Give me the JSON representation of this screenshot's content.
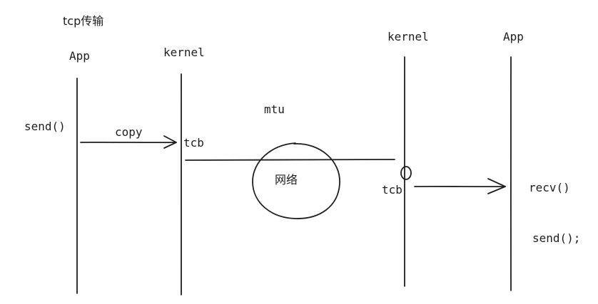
{
  "title": "tcp传输",
  "sender": {
    "app_label": "App",
    "kernel_label": "kernel",
    "call": "send()",
    "copy_label": "copy",
    "tcb_label": "tcb"
  },
  "network": {
    "mtu_label": "mtu",
    "cloud_label": "网络"
  },
  "receiver": {
    "kernel_label": "kernel",
    "app_label": "App",
    "tcb_label": "tcb",
    "recv_call": "recv()",
    "send_call": "send();"
  },
  "colors": {
    "ink": "#1e1e1e",
    "background": "#ffffff"
  }
}
